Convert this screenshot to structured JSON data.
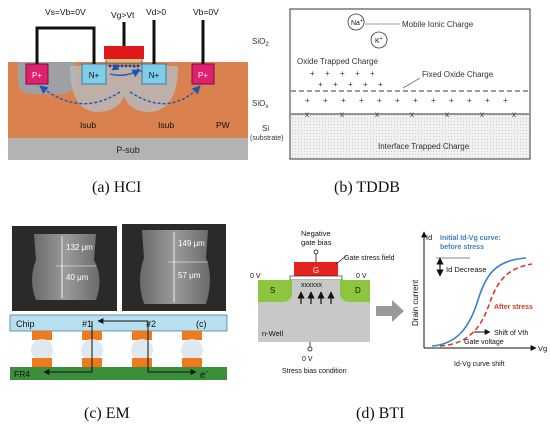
{
  "captions": {
    "a": "(a)  HCI",
    "b": "(b) TDDB",
    "c": "(c) EM",
    "d": "(d) BTI"
  },
  "hci": {
    "vs": "Vs=Vb=0V",
    "vg": "Vg>Vt",
    "vd": "Vd>0",
    "vb": "Vb=0V",
    "p_left": "P+",
    "n_left": "N+",
    "n_right": "N+",
    "p_right": "P+",
    "isub_left": "Isub",
    "isub_right": "Isub",
    "pw": "PW",
    "psub": "P-sub"
  },
  "tddb": {
    "sio2": "SiO",
    "sio2_sub": "2",
    "na": "Na",
    "na_sup": "+",
    "k": "K",
    "k_sup": "+",
    "mobile": "Mobile Ionic Charge",
    "oxide_trapped": "Oxide Trapped Charge",
    "fixed": "Fixed Oxide Charge",
    "siox": "SiO",
    "siox_sub": "x",
    "si": "Si",
    "substrate": "(substrate)",
    "interface": "Interface Trapped Charge"
  },
  "em": {
    "dim1": "132 μm",
    "dim2": "40 μm",
    "dim3": "149 μm",
    "dim4": "57 μm",
    "chip": "Chip",
    "marker1": "#1",
    "marker2": "#2",
    "marker_c": "(c)",
    "fr4": "FR4",
    "electron": "e",
    "electron_sup": "-"
  },
  "bti": {
    "neg_bias_1": "Negative",
    "neg_bias_2": "gate bias",
    "gate": "G",
    "gate_field": "Gate stress field",
    "zero_left": "0 V",
    "zero_right": "0 V",
    "source": "S",
    "drain": "D",
    "xmarks": "xxxxxx",
    "nwell": "n-Well",
    "zero_bottom": "0 V",
    "stress_cond": "Stress bias condition",
    "id": "Id",
    "initial_1": "Initial Id-Vg curve:",
    "initial_2": "before stress",
    "id_decrease": "Id Decrease",
    "drain_current": "Drain current",
    "after": "After stress",
    "shift": "Shift of Vth",
    "gate_voltage": "Gate voltage",
    "vg_axis": "Vg",
    "curve_shift": "Id-Vg curve shift"
  },
  "colors": {
    "hci_silicon": "#d9824f",
    "hci_psub": "#b3b3b3",
    "hci_pplus": "#e0206e",
    "hci_nplus": "#7fcde8",
    "hci_gate": "#e01818",
    "em_chip": "#b8dff0",
    "em_pad": "#f07a1e",
    "em_fr4": "#3b8f3b",
    "bti_gate": "#e52421",
    "bti_sd": "#8cc63e",
    "bti_before": "#3d7ec9",
    "bti_after": "#d33a2a"
  }
}
